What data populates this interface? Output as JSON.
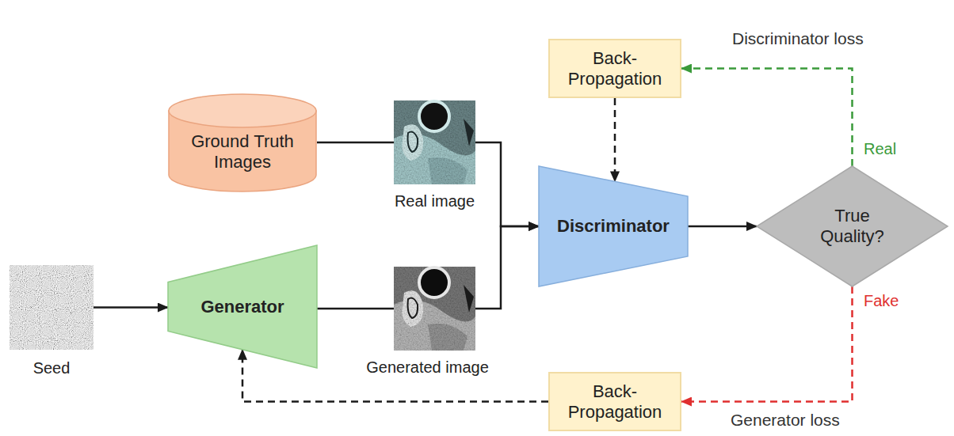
{
  "diagram": {
    "nodes": [
      {
        "text": [
          "Back-Propagation"
        ]
      },
      {
        "text": [
          "Ground Truth Images"
        ]
      },
      {
        "text": [
          "Real image"
        ]
      },
      {
        "text": [
          "Discriminator"
        ]
      },
      {
        "text": [
          "True Quality?"
        ]
      },
      {
        "text": [
          "Seed"
        ]
      },
      {
        "text": [
          "Generator"
        ]
      },
      {
        "text": [
          "Generated image"
        ]
      },
      {
        "text": [
          "Back-Propagation"
        ]
      }
    ],
    "edges": [
      {
        "from": 1,
        "to": 2,
        "arrow": "none"
      },
      {
        "from": 2,
        "to": 3,
        "arrow": "to"
      },
      {
        "from": 7,
        "to": 3,
        "arrow": "to"
      },
      {
        "from": 5,
        "to": 6,
        "arrow": "to"
      },
      {
        "from": 6,
        "to": 7,
        "arrow": "none"
      },
      {
        "from": 3,
        "to": 4,
        "arrow": "to"
      },
      {
        "from": 4,
        "to": 0,
        "label": "Real",
        "arrow": "to"
      },
      {
        "from": 0,
        "to": 3,
        "arrow": "to"
      },
      {
        "from": 4,
        "to": 8,
        "label": "Fake",
        "arrow": "to"
      },
      {
        "from": 8,
        "to": 6,
        "arrow": "to"
      }
    ],
    "labels": [
      "Discriminator loss",
      "Generator loss"
    ]
  }
}
